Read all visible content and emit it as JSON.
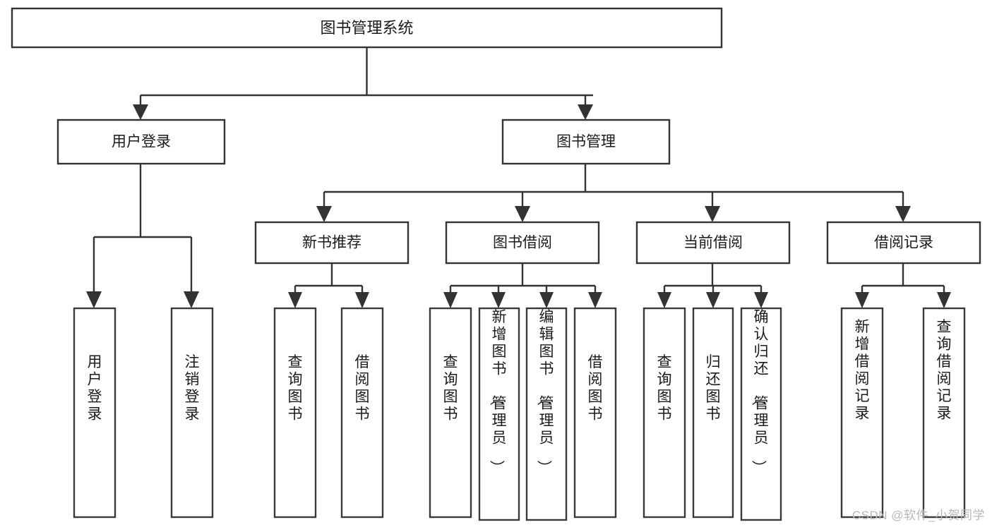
{
  "diagram": {
    "type": "tree",
    "title": "图书管理系统",
    "orientation": "top-down",
    "colors": {
      "background": "#ffffff",
      "box_stroke": "#333333",
      "box_fill": "#ffffff",
      "text": "#1b1b1b",
      "connector": "#333333",
      "watermark": "#b8b8b8"
    },
    "root": {
      "id": "root",
      "label": "图书管理系统"
    },
    "level1": [
      {
        "id": "user-login",
        "label": "用户登录"
      },
      {
        "id": "book-management",
        "label": "图书管理"
      }
    ],
    "level2": [
      {
        "id": "new-book-recommend",
        "label": "新书推荐",
        "parent": "book-management"
      },
      {
        "id": "book-borrow",
        "label": "图书借阅",
        "parent": "book-management"
      },
      {
        "id": "current-borrow",
        "label": "当前借阅",
        "parent": "book-management"
      },
      {
        "id": "borrow-record",
        "label": "借阅记录",
        "parent": "book-management"
      }
    ],
    "leaves": [
      {
        "id": "leaf-user-login",
        "label": "用户登录",
        "parent": "user-login"
      },
      {
        "id": "leaf-logout-login",
        "label": "注销登录",
        "parent": "user-login"
      },
      {
        "id": "leaf-query-book-1",
        "label": "查询图书",
        "parent": "new-book-recommend"
      },
      {
        "id": "leaf-borrow-book-1",
        "label": "借阅图书",
        "parent": "new-book-recommend"
      },
      {
        "id": "leaf-query-book-2",
        "label": "查询图书",
        "parent": "book-borrow"
      },
      {
        "id": "leaf-add-book",
        "label": "新增图书（管理员）",
        "parent": "book-borrow"
      },
      {
        "id": "leaf-edit-book",
        "label": "编辑图书（管理员）",
        "parent": "book-borrow"
      },
      {
        "id": "leaf-borrow-book-2",
        "label": "借阅图书",
        "parent": "book-borrow"
      },
      {
        "id": "leaf-query-book-3",
        "label": "查询图书",
        "parent": "current-borrow"
      },
      {
        "id": "leaf-return-book",
        "label": "归还图书",
        "parent": "current-borrow"
      },
      {
        "id": "leaf-confirm-return",
        "label": "确认归还（管理员）",
        "parent": "current-borrow"
      },
      {
        "id": "leaf-add-record",
        "label": "新增借阅记录",
        "parent": "borrow-record"
      },
      {
        "id": "leaf-query-record",
        "label": "查询借阅记录",
        "parent": "borrow-record"
      }
    ]
  },
  "watermark": {
    "label": "CSDN @软件_小贺同学"
  }
}
